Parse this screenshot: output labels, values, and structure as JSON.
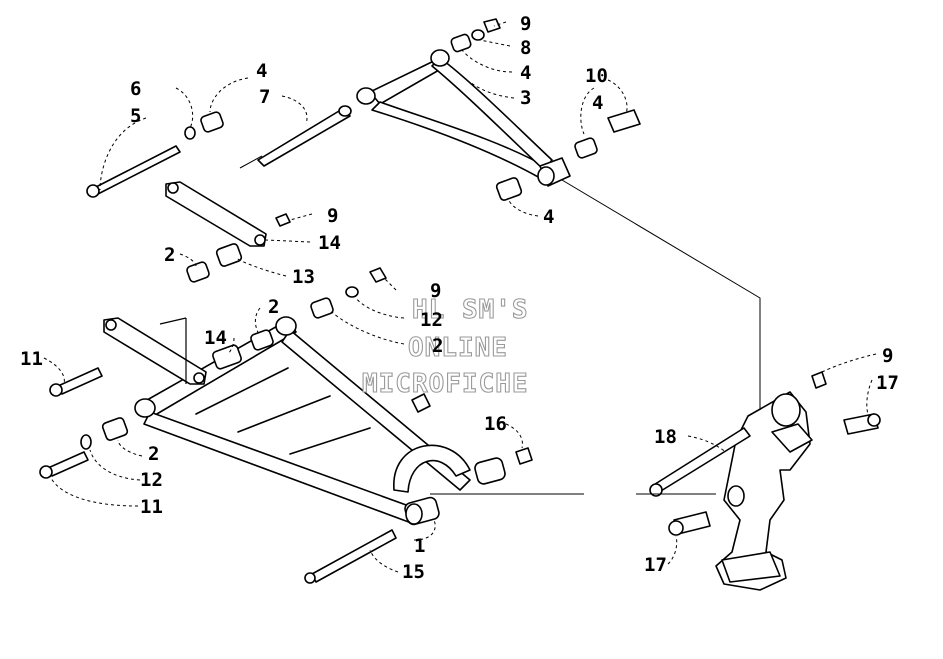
{
  "watermark": {
    "line1": "HL SM'S",
    "line2": "ONLINE",
    "line3": "MICROFICHE"
  },
  "callouts": {
    "c1": "1",
    "c2a": "2",
    "c2b": "2",
    "c2c": "2",
    "c2d": "2",
    "c3": "3",
    "c4a": "4",
    "c4b": "4",
    "c4c": "4",
    "c4d": "4",
    "c5": "5",
    "c6": "6",
    "c7": "7",
    "c8": "8",
    "c9a": "9",
    "c9b": "9",
    "c9c": "9",
    "c9d": "9",
    "c10": "10",
    "c11a": "11",
    "c11b": "11",
    "c12a": "12",
    "c12b": "12",
    "c13": "13",
    "c14a": "14",
    "c14b": "14",
    "c15": "15",
    "c16": "16",
    "c17a": "17",
    "c17b": "17",
    "c18": "18"
  }
}
